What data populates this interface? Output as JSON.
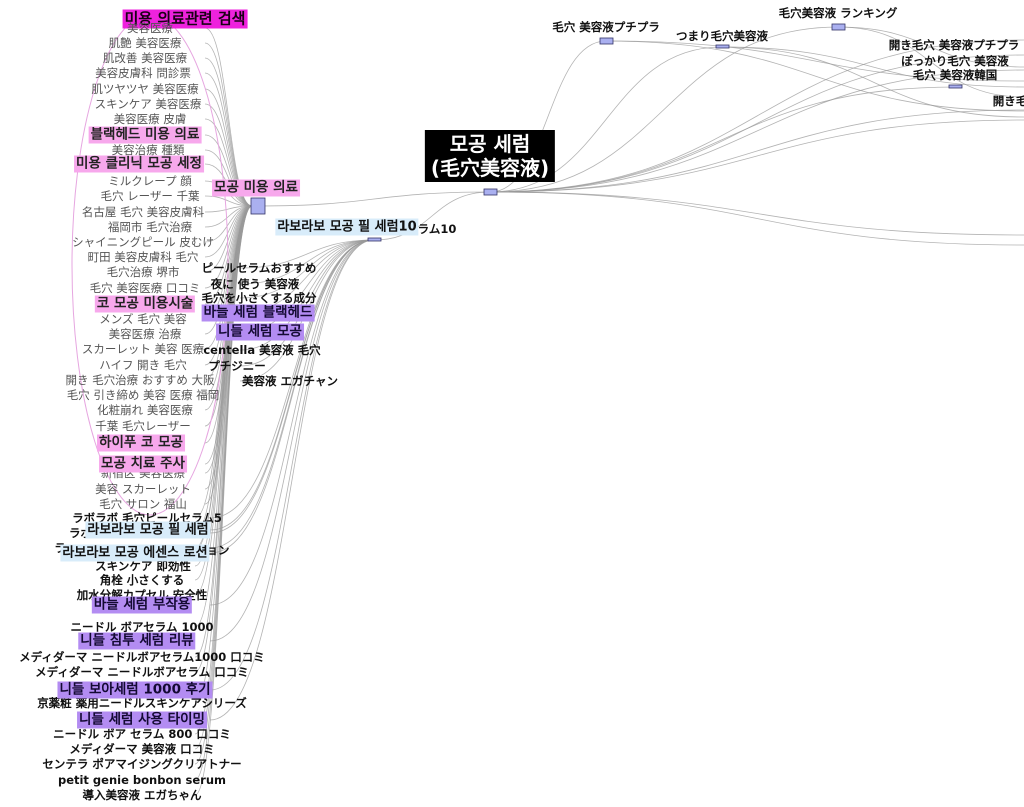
{
  "center": {
    "line1": "모공 세럼",
    "line2": "(毛穴美容液)"
  },
  "top_nodes": [
    "毛穴 美容液プチプラ",
    "毛穴美容液 ランキング",
    "つまり毛穴美容液",
    "開き毛穴 美容液プチプラ",
    "ぽっかり毛穴 美容液",
    "毛穴 美容液韓国",
    "開き毛"
  ],
  "hub_medical": "모공 미용 의료",
  "hub_peel": "라보라보 모공 필 세럼10",
  "hub_peel_suffix": "ラム10",
  "ellipse_tag": "미용 의료관련 검색",
  "ellipse_items": [
    "美容医療",
    "肌艶 美容医療",
    "肌改善 美容医療",
    "美容皮膚科 問診票",
    "肌ツヤツヤ 美容医療",
    "スキンケア 美容医療",
    "美容医療 皮膚",
    "美容治療 種類",
    "ミルクレープ 顔",
    "毛穴 レーザー 千葉",
    "名古屋 毛穴 美容皮膚科",
    "福岡市 毛穴治療",
    "シャイニングピール 皮むけ",
    "町田 美容皮膚科 毛穴",
    "毛穴治療 堺市",
    "毛穴 美容医療 口コミ",
    "メンズ 毛穴 美容",
    "美容医療 治療",
    "スカーレット 美容 医療",
    "ハイフ 開き 毛穴",
    "開き 毛穴治療 おすすめ 大阪",
    "毛穴 引き締め 美容 医療 福岡",
    "化粧崩れ 美容医療",
    "千葉 毛穴レーザー",
    "新宿区 美容医療",
    "美容 スカーレット",
    "毛穴 サロン 福山"
  ],
  "pink_tags": [
    "블랙헤드 미용 의료",
    "미용 클리닉 모공 세정",
    "코 모공 미용시술",
    "하이푸 코 모공",
    "모공 치료 주사"
  ],
  "middle_items": [
    "ピールセラムおすすめ",
    "夜に 使う 美容液",
    "毛穴を小さくする成分",
    "centella 美容液 毛穴",
    "プチジニー",
    "美容液 エガチャン"
  ],
  "purple_tags_mid": [
    "바늘 세럼 블랙헤드",
    "니들 세럼 모공"
  ],
  "blue_tags_lower": [
    "라보라보 모공 필 세럼",
    "라보라보 모공 에센스 로션"
  ],
  "lower_items": [
    "ラボラボ 毛穴ピールセラム5",
    "ラボラボ",
    "ラ",
    "ョン",
    "スキンケア 即効性",
    "角栓 小さくする",
    "加水分解カプセル 安全性",
    "ニードル ボアセラム 1000",
    "メディダーマ ニードルボアセラム1000 口コミ",
    "メディダーマ ニードルボアセラム 口コミ",
    "京薬粧 薬用ニードルスキンケアシリーズ",
    "ニードル ボア セラム 800 口コミ",
    "メディダーマ 美容液 口コミ",
    "センテラ ポアマイジングクリアトナー",
    "petit genie bonbon serum",
    "導入美容液 エガちゃん"
  ],
  "purple_tags_lower": [
    "바늘 세럼 부작용",
    "니들 침투 세럼 리뷰",
    "니들 보아세럼 1000 후기",
    "니들 세럼 사용 타이밍"
  ],
  "colors": {
    "magenta_tag": "#ee22dd",
    "pink_tag": "#f7a8ec",
    "blue_tag": "#d8ecfa",
    "purple_tag": "#b38cf2",
    "ellipse_stroke": "#e6a6e0",
    "node_fill": "#aab0f0",
    "edge": "#9a9a9a",
    "center_bg": "#000000"
  }
}
